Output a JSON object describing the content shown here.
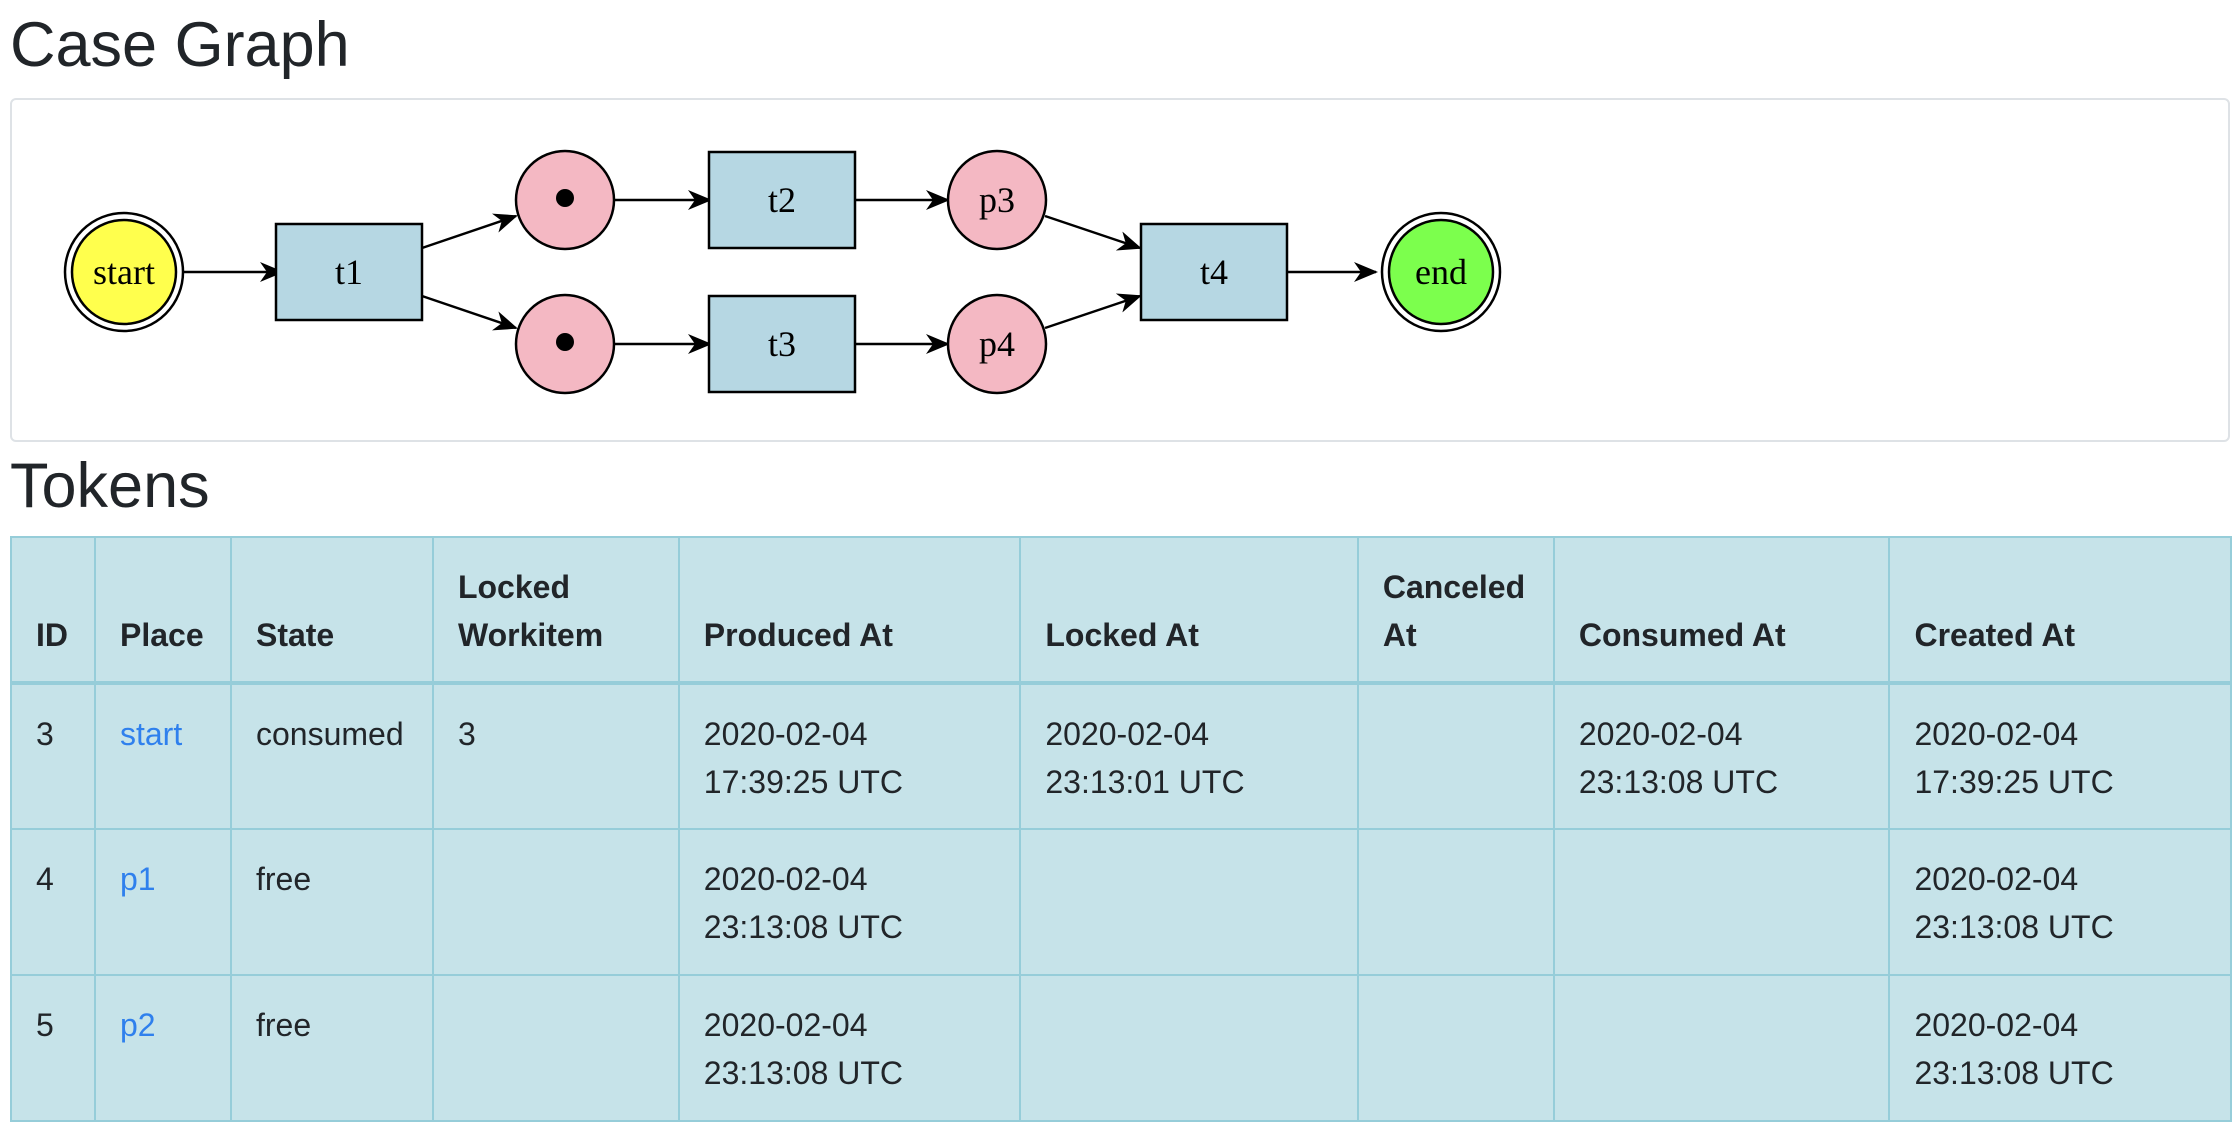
{
  "headings": {
    "graph": "Case Graph",
    "tokens": "Tokens"
  },
  "colors": {
    "start": "#ffff4d",
    "end": "#7cff4d",
    "place": "#f4b8c3",
    "transition": "#b6d7e3",
    "table": "#c6e3e9",
    "link": "#2f80ed"
  },
  "graph": {
    "nodes": {
      "start": "start",
      "end": "end",
      "p1": "•",
      "p2": "•",
      "p3": "p3",
      "p4": "p4",
      "t1": "t1",
      "t2": "t2",
      "t3": "t3",
      "t4": "t4"
    }
  },
  "tokens": {
    "columns": [
      "ID",
      "Place",
      "State",
      "Locked Workitem",
      "Produced At",
      "Locked At",
      "Canceled At",
      "Consumed At",
      "Created At"
    ],
    "rows": [
      {
        "id": "3",
        "place": "start",
        "state": "consumed",
        "locked_workitem": "3",
        "produced_at": [
          "2020-02-04",
          "17:39:25 UTC"
        ],
        "locked_at": [
          "2020-02-04",
          "23:13:01 UTC"
        ],
        "canceled_at": [
          "",
          ""
        ],
        "consumed_at": [
          "2020-02-04",
          "23:13:08 UTC"
        ],
        "created_at": [
          "2020-02-04",
          "17:39:25 UTC"
        ]
      },
      {
        "id": "4",
        "place": "p1",
        "state": "free",
        "locked_workitem": "",
        "produced_at": [
          "2020-02-04",
          "23:13:08 UTC"
        ],
        "locked_at": [
          "",
          ""
        ],
        "canceled_at": [
          "",
          ""
        ],
        "consumed_at": [
          "",
          ""
        ],
        "created_at": [
          "2020-02-04",
          "23:13:08 UTC"
        ]
      },
      {
        "id": "5",
        "place": "p2",
        "state": "free",
        "locked_workitem": "",
        "produced_at": [
          "2020-02-04",
          "23:13:08 UTC"
        ],
        "locked_at": [
          "",
          ""
        ],
        "canceled_at": [
          "",
          ""
        ],
        "consumed_at": [
          "",
          ""
        ],
        "created_at": [
          "2020-02-04",
          "23:13:08 UTC"
        ]
      }
    ]
  }
}
